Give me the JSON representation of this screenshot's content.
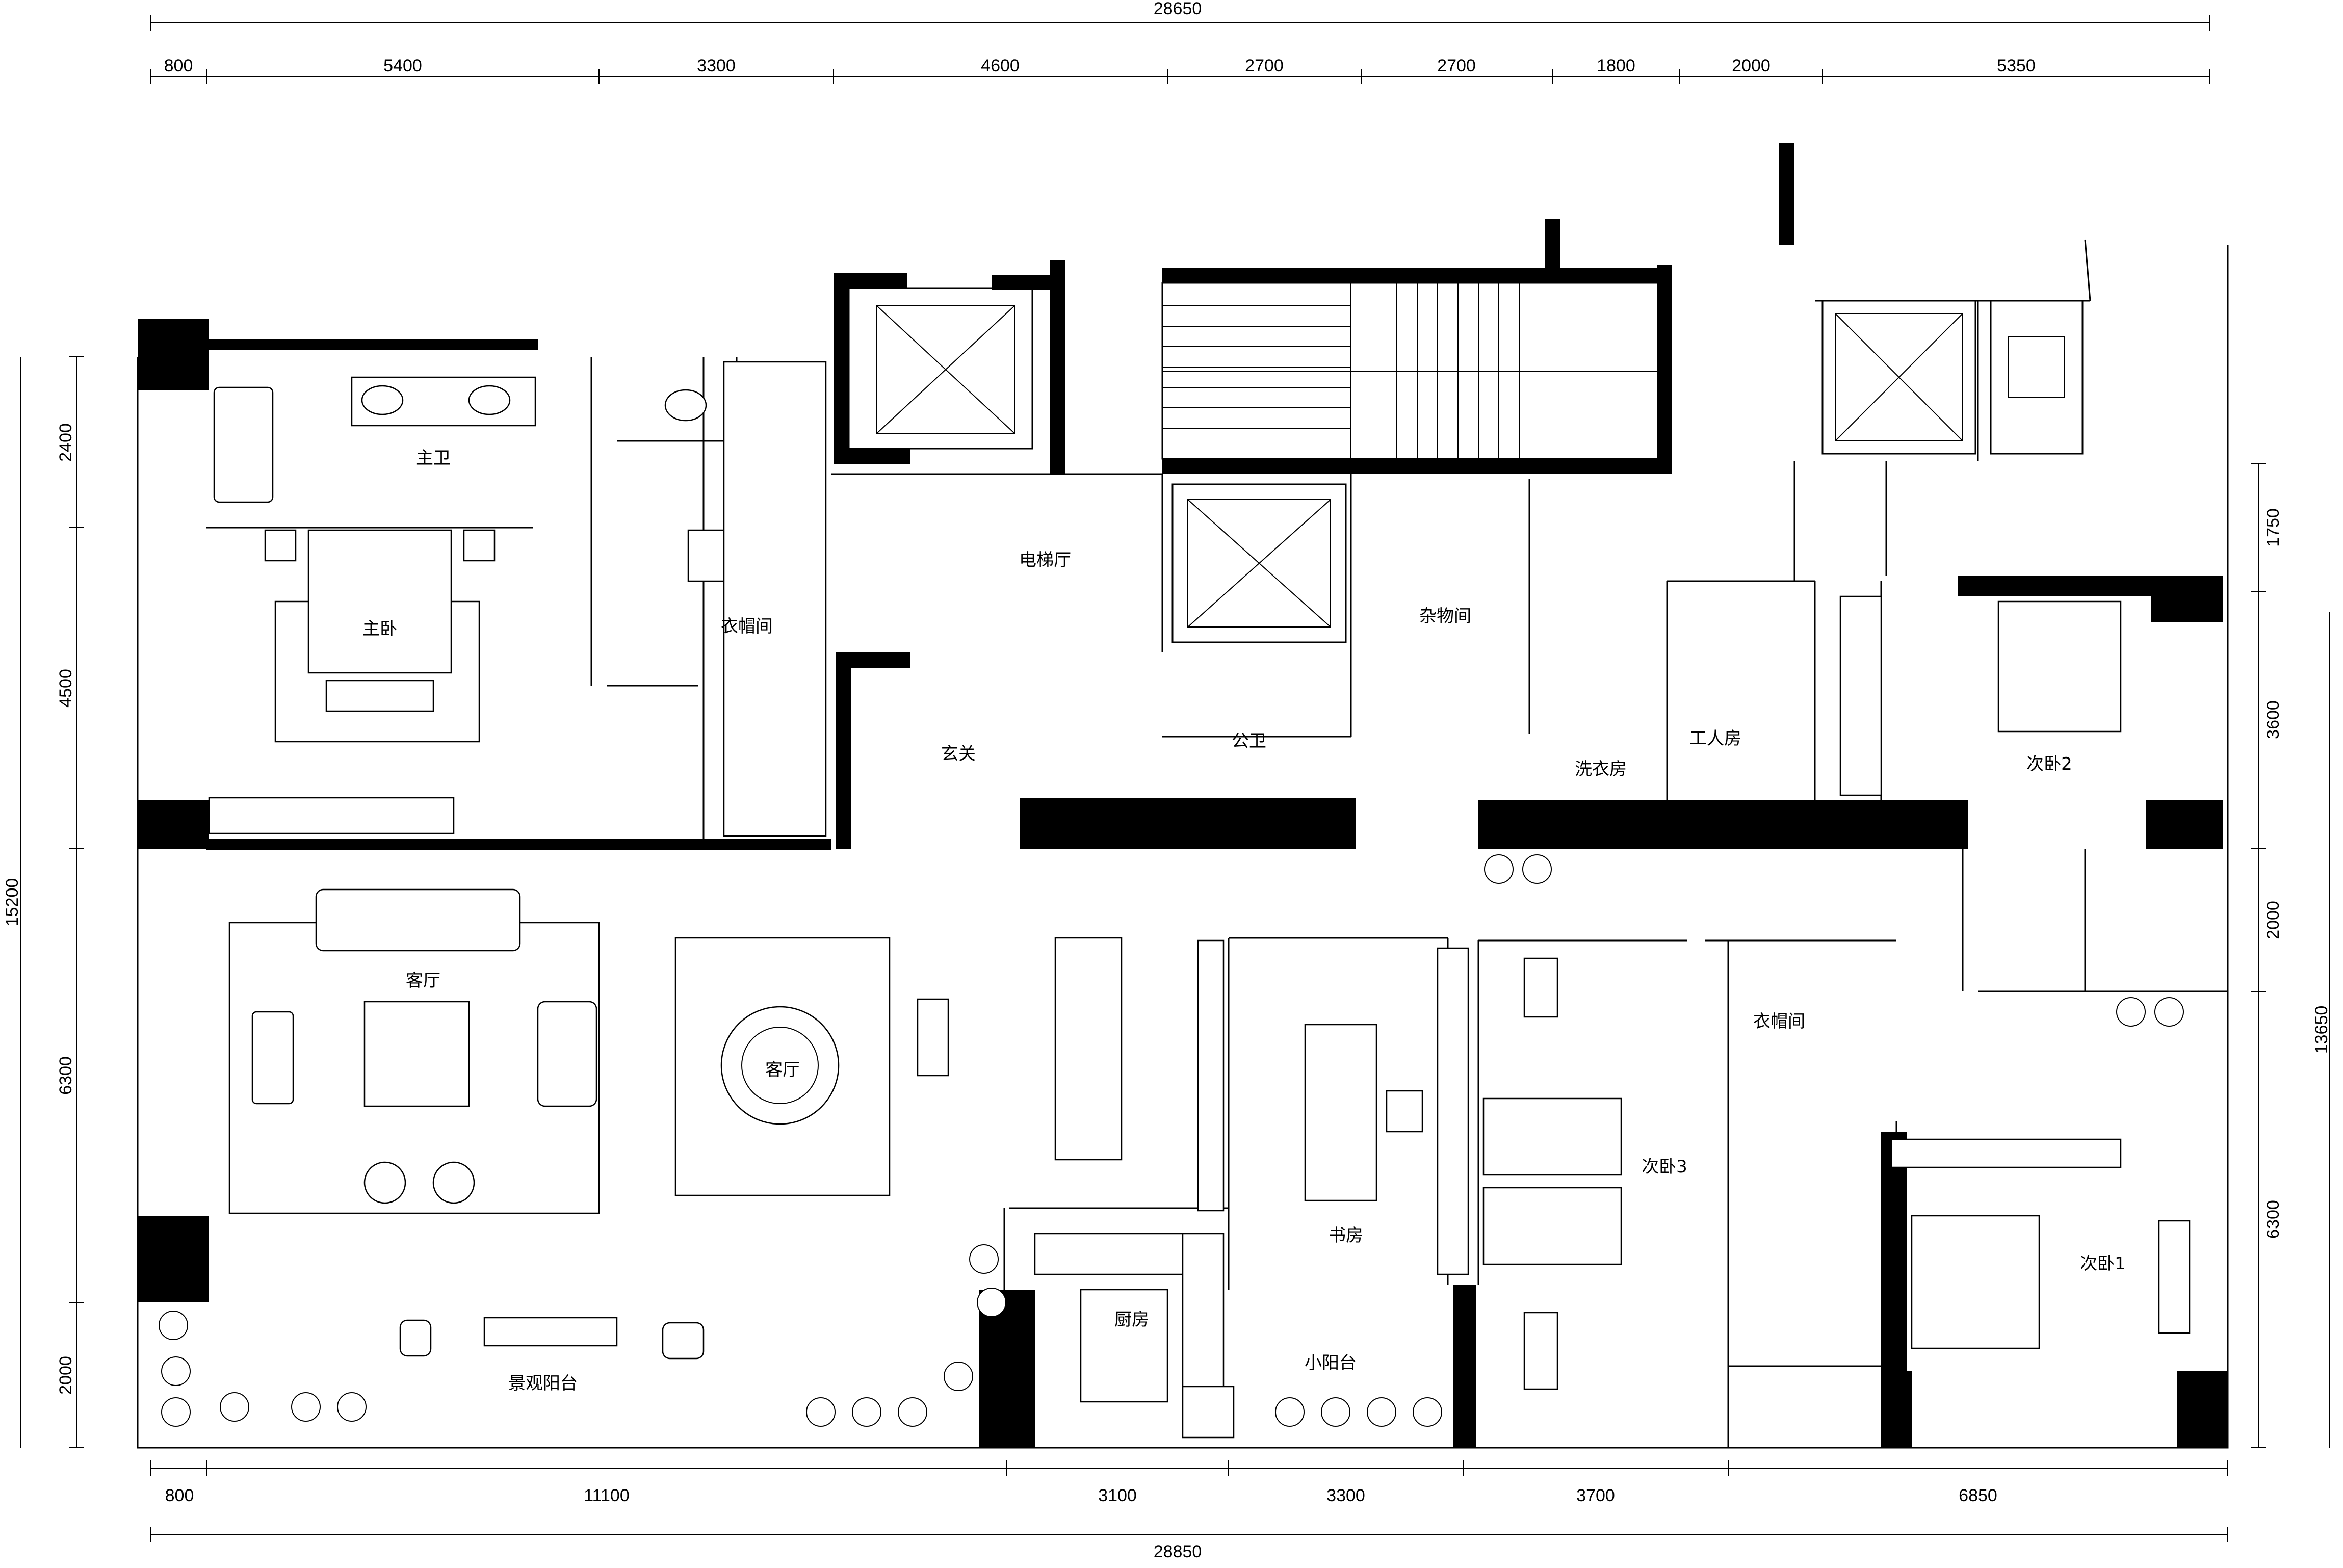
{
  "dimensions": {
    "top_total": "28650",
    "top_segments": [
      "800",
      "5400",
      "3300",
      "4600",
      "2700",
      "2700",
      "1800",
      "2000",
      "5350"
    ],
    "bottom_total": "28850",
    "bottom_segments": [
      "800",
      "11100",
      "3100",
      "3300",
      "3700",
      "6850"
    ],
    "left_total": "15200",
    "left_segments": [
      "2400",
      "4500",
      "6300",
      "2000"
    ],
    "right_total": "13650",
    "right_segments": [
      "1750",
      "3600",
      "2000",
      "6300"
    ]
  },
  "rooms": {
    "master_bath": "主卫",
    "master_bedroom": "主卧",
    "cloakroom_1": "衣帽间",
    "elevator_hall": "电梯厅",
    "storage": "杂物间",
    "foyer": "玄关",
    "public_bath": "公卫",
    "laundry": "洗衣房",
    "worker_room": "工人房",
    "bedroom_2": "次卧2",
    "living_room": "客厅",
    "dining": "客厅",
    "study": "书房",
    "bedroom_3": "次卧3",
    "cloakroom_2": "衣帽间",
    "bedroom_1": "次卧1",
    "kitchen": "厨房",
    "view_balcony": "景观阳台",
    "small_balcony": "小阳台"
  }
}
